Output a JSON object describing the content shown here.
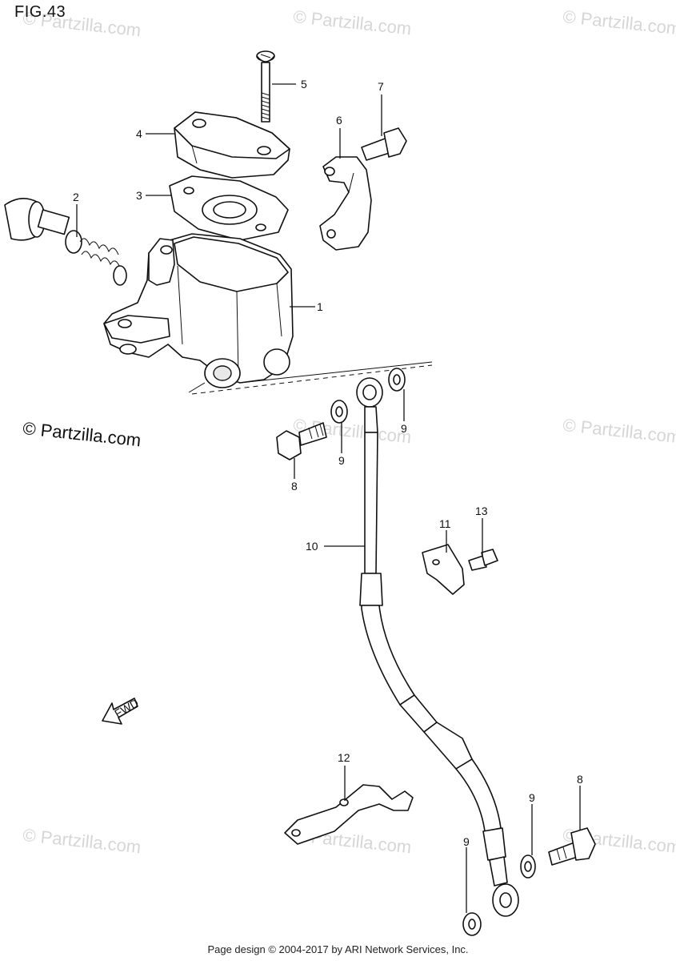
{
  "figure": {
    "title": "FIG.43"
  },
  "copyright": "© Partzilla.com",
  "watermark": "© Partzilla.com",
  "footer": "Page design © 2004-2017 by ARI Network Services, Inc.",
  "fwd_label": "FWD",
  "callouts": {
    "c1": "1",
    "c2": "2",
    "c3": "3",
    "c4": "4",
    "c5": "5",
    "c6": "6",
    "c7": "7",
    "c8a": "8",
    "c8b": "8",
    "c9a": "9",
    "c9b": "9",
    "c9c": "9",
    "c9d": "9",
    "c10": "10",
    "c11": "11",
    "c12": "12",
    "c13": "13"
  },
  "colors": {
    "line": "#111111",
    "watermark": "#d6d6d6",
    "background": "#ffffff"
  }
}
